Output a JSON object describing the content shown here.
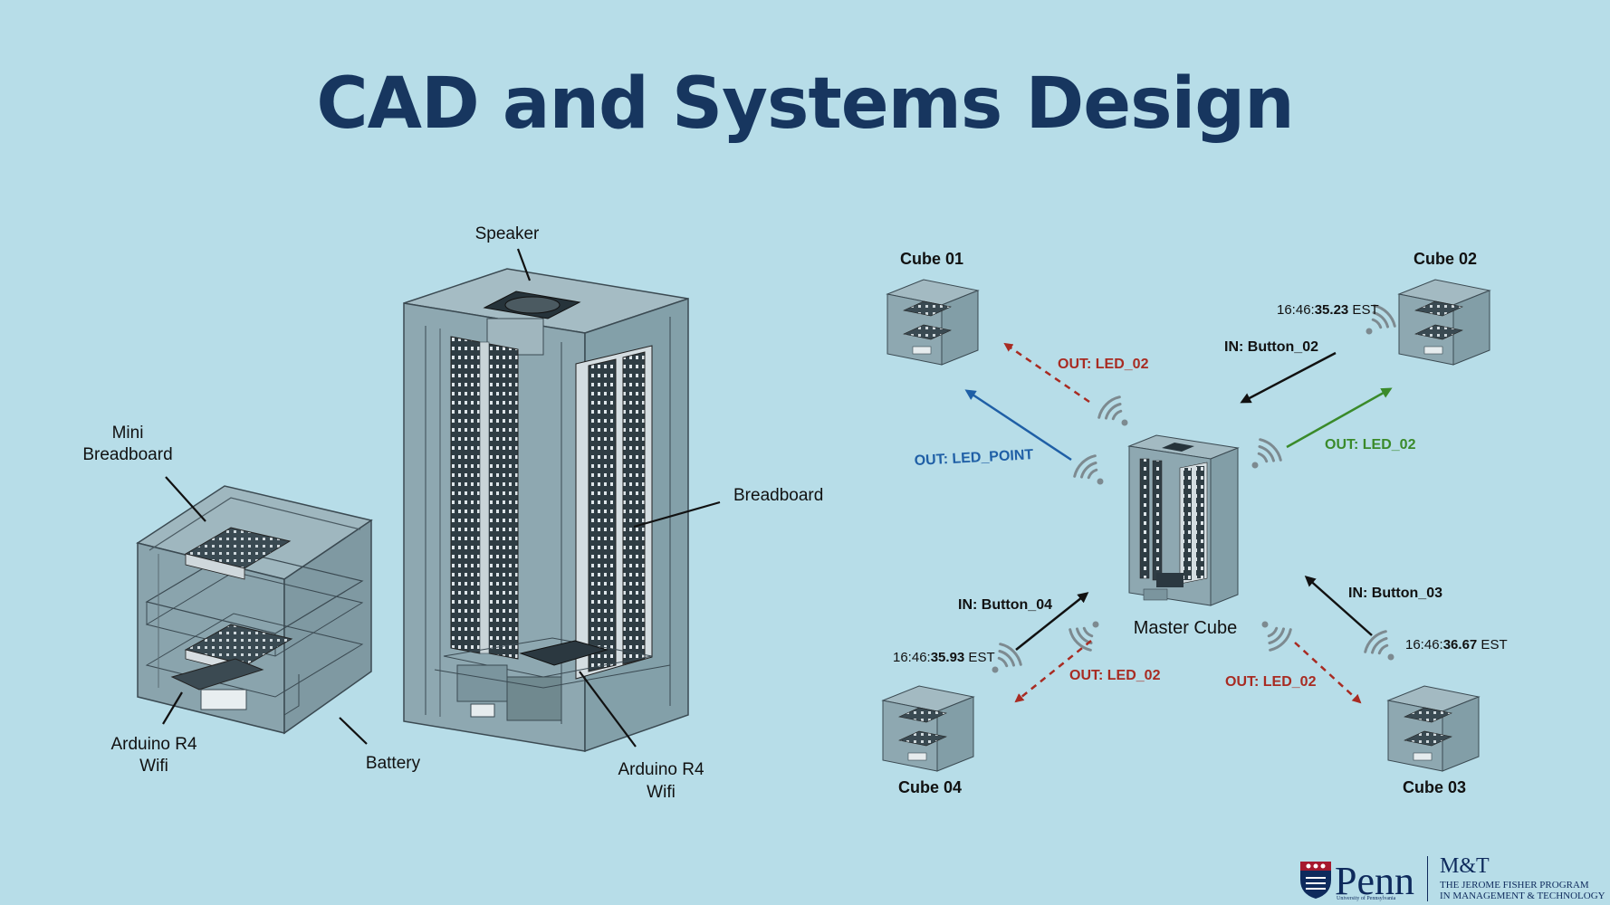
{
  "title": "CAD and Systems Design",
  "cad_labels": {
    "speaker": "Speaker",
    "mini_breadboard_1": "Mini",
    "mini_breadboard_2": "Breadboard",
    "breadboard": "Breadboard",
    "arduino_left_1": "Arduino R4",
    "arduino_left_2": "Wifi",
    "battery": "Battery",
    "arduino_right_1": "Arduino R4",
    "arduino_right_2": "Wifi"
  },
  "network": {
    "master": "Master Cube",
    "cube01": "Cube 01",
    "cube02": "Cube 02",
    "cube03": "Cube 03",
    "cube04": "Cube 04",
    "out_led02_c1": "OUT: LED_02",
    "out_led_point": "OUT: LED_POINT",
    "in_button02": "IN: Button_02",
    "out_led02_c2": "OUT: LED_02",
    "in_button04": "IN: Button_04",
    "out_led02_c4": "OUT: LED_02",
    "in_button03": "IN: Button_03",
    "out_led02_c3": "OUT: LED_02",
    "ts_c2_a": "16:46:",
    "ts_c2_b": "35.23",
    "ts_c2_c": " EST",
    "ts_c4_a": "16:46:",
    "ts_c4_b": "35.93",
    "ts_c4_c": " EST",
    "ts_c3_a": "16:46:",
    "ts_c3_b": "36.67",
    "ts_c3_c": " EST"
  },
  "colors": {
    "background": "#b7dde8",
    "title": "#17365f",
    "red": "#a82b22",
    "blue": "#1f5fa6",
    "green": "#3a8a2a"
  },
  "logo": {
    "penn": "Penn",
    "penn_sub": "University of Pennsylvania",
    "mt": "M&T",
    "mt_line1": "THE JEROME FISHER PROGRAM",
    "mt_line2": "IN MANAGEMENT & TECHNOLOGY"
  }
}
